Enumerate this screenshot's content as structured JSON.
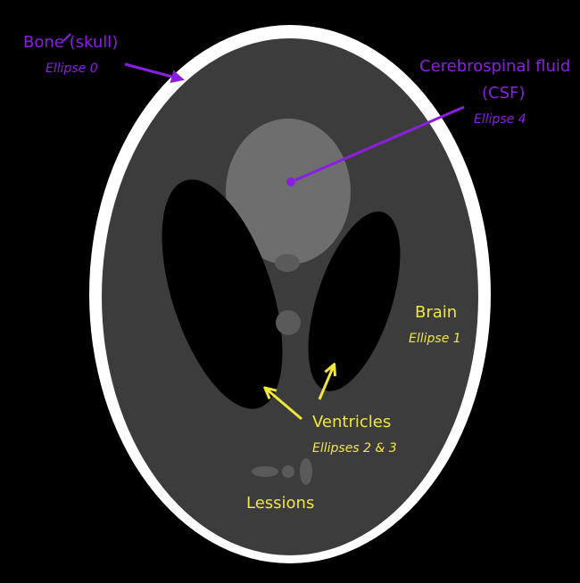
{
  "labels": {
    "bone": {
      "name": "Bone (skull)",
      "sub": "Ellipse 0"
    },
    "csf": {
      "name_line1": "Cerebrospinal fluid",
      "name_line2": "(CSF)",
      "sub": "Ellipse 4"
    },
    "brain": {
      "name": "Brain",
      "sub": "Ellipse 1"
    },
    "ventricles": {
      "name": "Ventricles",
      "sub": "Ellipses 2 & 3"
    },
    "lesions": {
      "name": "Lessions"
    }
  },
  "colors": {
    "background": "#000000",
    "skull": "#ffffff",
    "brain": "#3c3c3c",
    "csf": "#6e6e6e",
    "ventricles": "#000000",
    "lesions": "#5a5a5a",
    "annotation_purple": "#8a1fe0",
    "annotation_yellow": "#f0e63c"
  }
}
